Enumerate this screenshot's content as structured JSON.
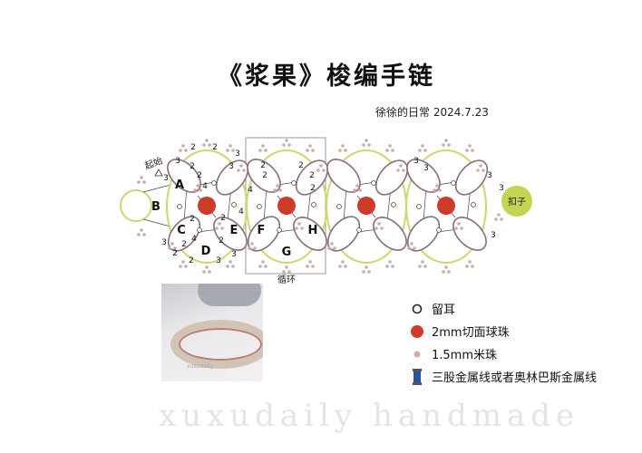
{
  "title": "《浆果》梭编手链",
  "author": "徐徐的日常 2024.7.23",
  "diagram": {
    "start_label": "起始",
    "clasp_label": "扣子",
    "loop_label": "循环",
    "letters": [
      "A",
      "B",
      "C",
      "D",
      "E",
      "F",
      "G",
      "H"
    ],
    "counts": [
      "2",
      "2",
      "3",
      "3",
      "2",
      "2",
      "4",
      "3",
      "3",
      "3",
      "2",
      "2",
      "3",
      "3",
      "2",
      "2",
      "4",
      "2",
      "2",
      "4",
      "2",
      "2",
      "4",
      "2",
      "2",
      "2",
      "3",
      "3",
      "3",
      "3",
      "3"
    ],
    "watermark": "xuxudaily handmade",
    "colors": {
      "ring": "#cbd86a",
      "oval": "#8a6a7c",
      "red_bead": "#cf3b2b",
      "seed_bead": "#c9aea3",
      "clasp": "#c3d450"
    }
  },
  "photo": {
    "watermark": "xuxudaily"
  },
  "legend": [
    {
      "icon": "ring-icon",
      "label": "留耳"
    },
    {
      "icon": "red-bead-icon",
      "label": "2mm切面球珠"
    },
    {
      "icon": "seed-bead-icon",
      "label": "1.5mm米珠"
    },
    {
      "icon": "thread-spool-icon",
      "label": "三股金属线或者奥林巴斯金属线"
    }
  ]
}
